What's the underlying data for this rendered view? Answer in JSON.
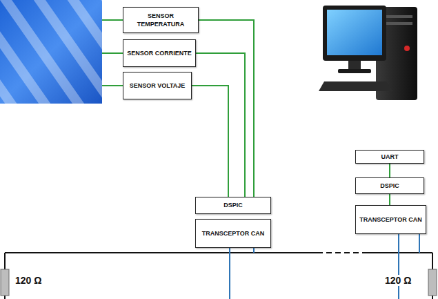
{
  "diagram": {
    "nodes": [
      {
        "text": [
          "SENSOR TEMPERATURA"
        ]
      },
      {
        "text": [
          "SENSOR CORRIENTE"
        ]
      },
      {
        "text": [
          "SENSOR VOLTAJE"
        ]
      },
      {
        "text": [
          "DSPIC"
        ]
      },
      {
        "text": [
          "TRANSCEPTOR CAN"
        ]
      },
      {
        "text": [
          "UART"
        ]
      },
      {
        "text": [
          "DSPIC"
        ]
      },
      {
        "text": [
          "TRANSCEPTOR CAN"
        ]
      }
    ],
    "edges": [
      {
        "from": 0,
        "to": 3,
        "arrow": "none"
      },
      {
        "from": 1,
        "to": 3,
        "arrow": "none"
      },
      {
        "from": 2,
        "to": 3,
        "arrow": "none"
      },
      {
        "from": 5,
        "to": 6,
        "arrow": "none"
      },
      {
        "from": 6,
        "to": 7,
        "arrow": "none"
      }
    ],
    "labels": [
      "120 Ω",
      "120 Ω"
    ]
  }
}
